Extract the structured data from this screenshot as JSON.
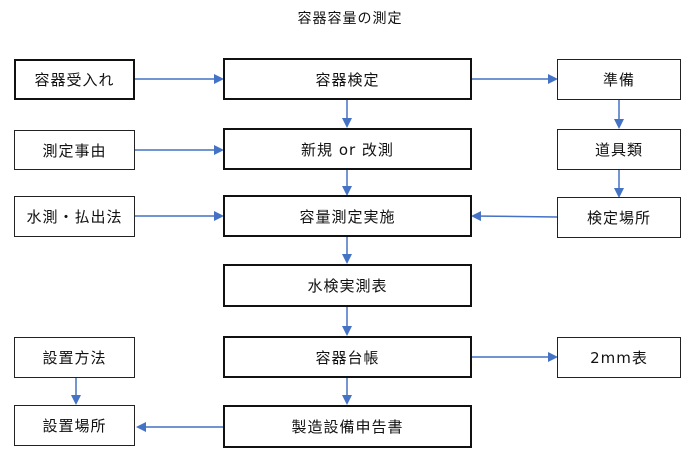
{
  "title": "容器容量の測定",
  "nodes": {
    "receive": "容器受入れ",
    "inspect": "容器検定",
    "prepare": "準備",
    "reason": "測定事由",
    "new_or_remeasure": "新規 or 改測",
    "tools": "道具類",
    "method": "水測・払出法",
    "measure": "容量測定実施",
    "location": "検定場所",
    "water_table": "水検実測表",
    "install_method": "設置方法",
    "ledger": "容器台帳",
    "table_2mm": "2mm表",
    "install_place": "設置場所",
    "declaration": "製造設備申告書"
  },
  "arrow_color": "#4472C4"
}
